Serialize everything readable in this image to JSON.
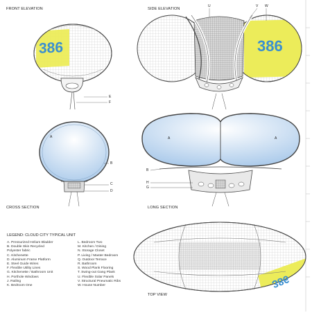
{
  "views": {
    "front_elevation": "FRONT ELEVATION",
    "side_elevation": "SIDE ELEVATION",
    "cross_section": "CROSS SECTION",
    "long_section": "LONG SECTION",
    "top_view": "TOP VIEW"
  },
  "house_number": "386",
  "callouts": {
    "u": "U",
    "v": "V",
    "w": "W",
    "e": "E",
    "f": "F",
    "a_cross": "A",
    "b_cross": "B",
    "c": "C",
    "d": "D",
    "a_long_left": "A",
    "a_long_right": "A",
    "b_long": "B",
    "h": "H",
    "g": "G"
  },
  "legend": {
    "title": "LEGEND: CLOUD CITY TYPICAL UNIT",
    "col1": [
      "A.  Pressurized Helium Bladder",
      "B.  Double Skin Recycled",
      "      Polyester fabric",
      "C.  Kitchenette",
      "D.  Aluminum Frame Platform",
      "E.  Steel Guide Wires",
      "F.  Flexible Utility Lines",
      "G.  Kitchenette / Bathroom Unit",
      "H.  Porthole Windows",
      "J.  Railing",
      "K.  Bedroom One"
    ],
    "col2": [
      "L.  Bedroom Two",
      "M.  Kitchen / Dining",
      "N.  Storage Closet",
      "P.  Living / Master Bedroom",
      "Q.  Outdoor Terrace",
      "R.  Bathroom",
      "S.  Wood Plank Flooring",
      "T.  Swing-out Gang Plank",
      "U.  Flexible Solar Panels",
      "V.  Structural Pneumatic Ribs",
      "W.  House Number"
    ]
  },
  "colors": {
    "bladder_blue": "#bcd6ee",
    "number_panel_yellow": "#ecec5a",
    "number_blue": "#3a8fd0",
    "line": "#444444"
  }
}
